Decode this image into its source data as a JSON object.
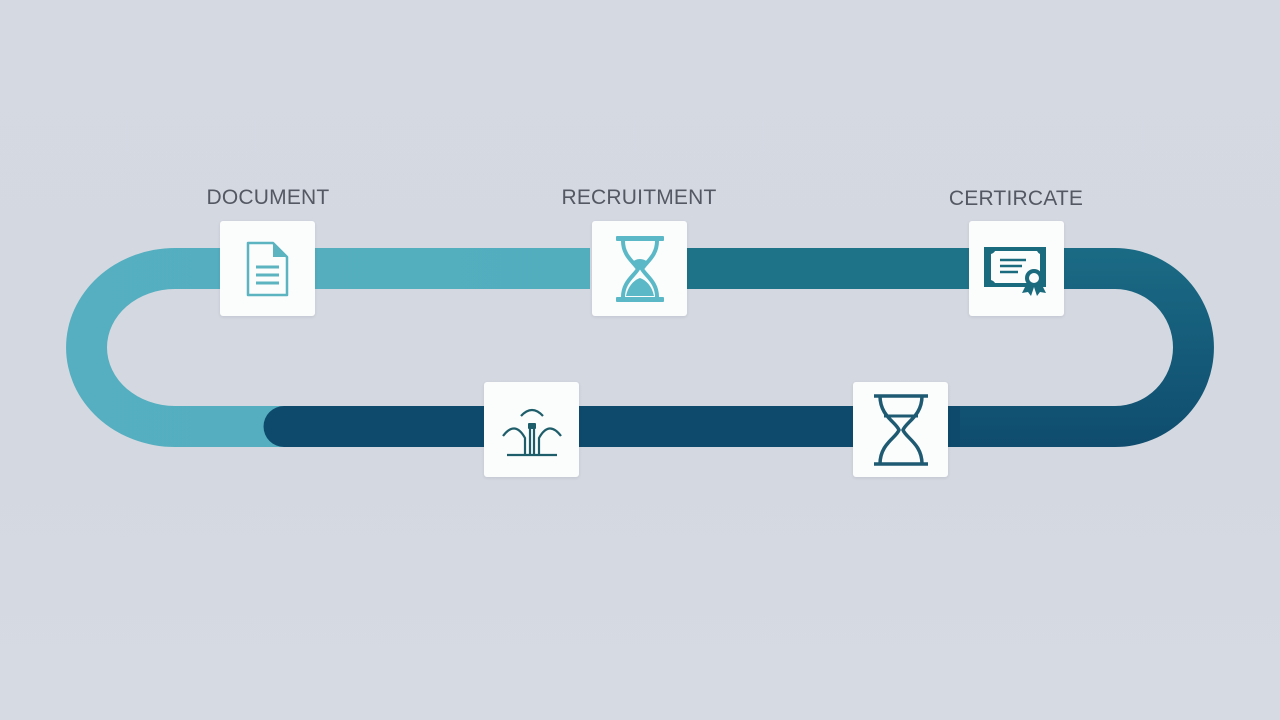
{
  "diagram": {
    "type": "process-loop",
    "background_color": "#D5D9E1",
    "colors": {
      "track_light_teal": "#54AFC0",
      "track_mid_teal": "#1F7388",
      "track_dark_navy": "#0E4A6C",
      "label_text": "#535862",
      "box_background": "#FBFCFC"
    },
    "nodes": [
      {
        "id": "document",
        "label": "DOCUMENT",
        "icon": "document-icon",
        "icon_color": "#5BB4C0",
        "position": "top-left"
      },
      {
        "id": "recruitment",
        "label": "RECRUITMENT",
        "icon": "hourglass-icon",
        "icon_color": "#5BB8C6",
        "position": "top-center"
      },
      {
        "id": "certificate",
        "label": "CERTIRCATE",
        "icon": "certificate-icon",
        "icon_color": "#1A6B7E",
        "position": "top-right"
      },
      {
        "id": "bottom-left",
        "label": "",
        "icon": "fountain-icon",
        "icon_color": "#1E5E6A",
        "position": "bottom-left"
      },
      {
        "id": "bottom-right",
        "label": "",
        "icon": "hourglass-outline-icon",
        "icon_color": "#1E5A72",
        "position": "bottom-right"
      }
    ]
  }
}
